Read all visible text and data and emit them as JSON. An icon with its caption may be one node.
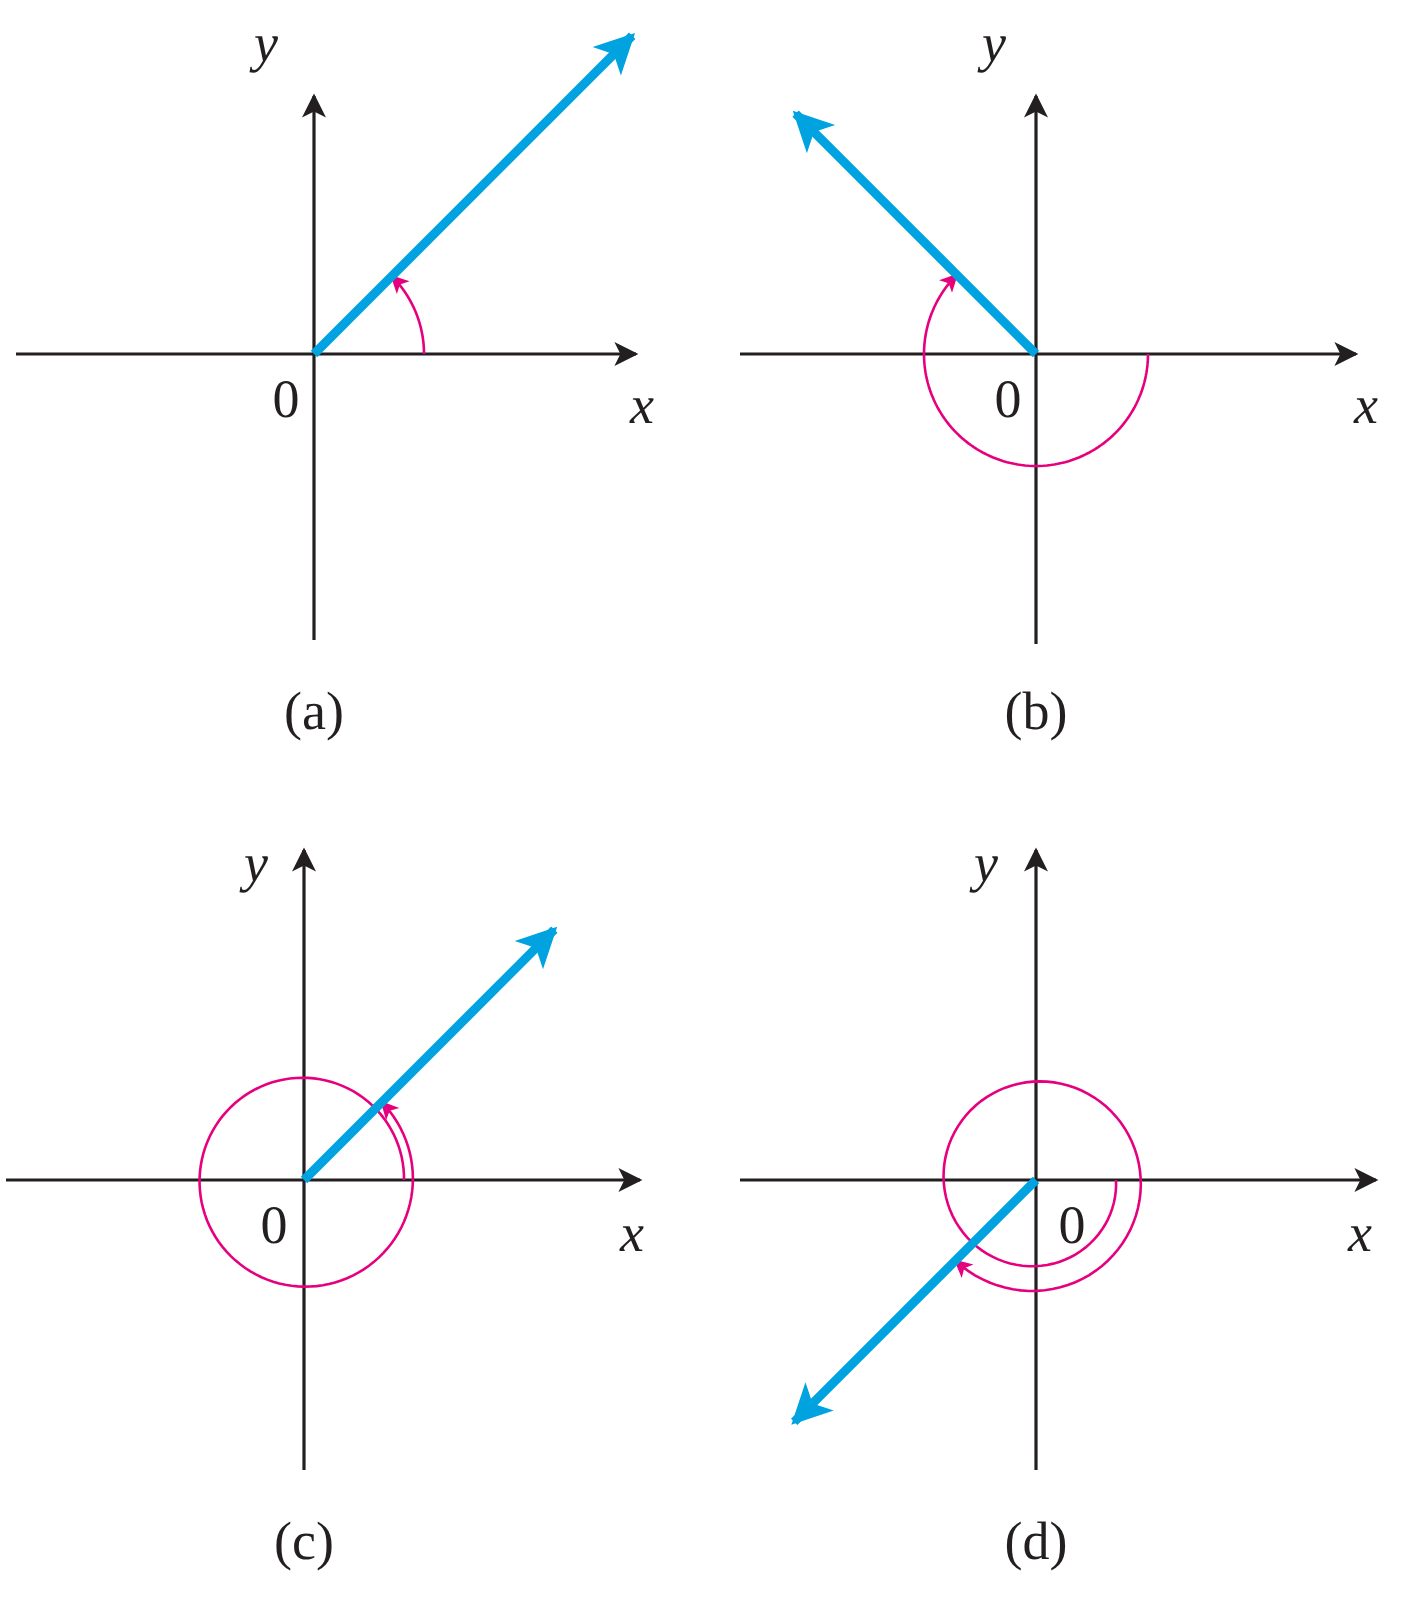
{
  "diagram": {
    "labels": [
      "y",
      "y",
      "0",
      "x",
      "0",
      "x",
      "(a)",
      "(b)",
      "y",
      "y",
      "0",
      "x",
      "0",
      "x",
      "(c)",
      "(d)"
    ]
  }
}
